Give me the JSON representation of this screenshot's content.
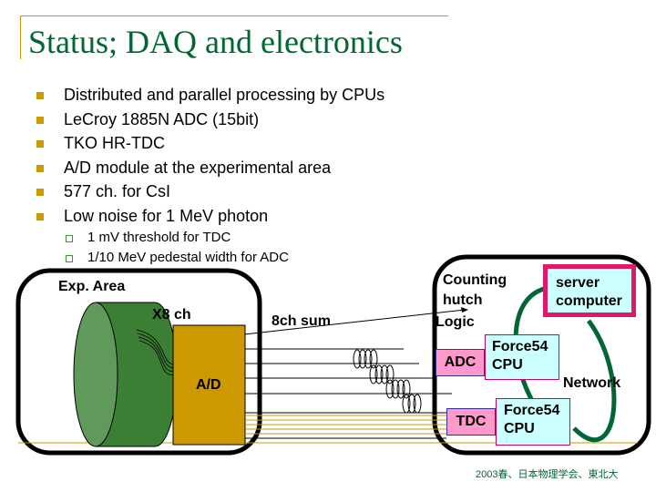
{
  "slide": {
    "title": "Status; DAQ and electronics",
    "bullets": [
      "Distributed and parallel processing by CPUs",
      "LeCroy 1885N ADC (15bit)",
      "TKO HR-TDC",
      "A/D module at the experimental area",
      "577 ch. for CsI",
      "Low noise for 1 MeV photon"
    ],
    "sub_bullets": [
      "1 mV threshold for TDC",
      "1/10 MeV pedestal width for ADC"
    ],
    "footer": "2003春、日本物理学会、東北大"
  },
  "diagram": {
    "exp_area_label": "Exp. Area",
    "x8ch_label": "X8 ch",
    "ad_label": "A/D",
    "sum_label": "8ch sum",
    "counting_hutch_label_1": "Counting",
    "counting_hutch_label_2": "hutch",
    "logic_label": "Logic",
    "adc_label": "ADC",
    "tdc_label": "TDC",
    "cpu1_line1": "Force54",
    "cpu1_line2": "CPU",
    "cpu2_line1": "Force54",
    "cpu2_line2": "CPU",
    "server_line1": "server",
    "server_line2": "computer",
    "network_label": "Network",
    "colors": {
      "title_green": "#006633",
      "bullet_gold": "#cc9900",
      "cylinder_side": "#3a7f33",
      "cylinder_face": "#5f9a5a",
      "ad_box": "#cc9900",
      "pink_box": "#ff99cc",
      "cyan_box": "#ccffff",
      "server_border": "#e0186a",
      "network_green": "#006633"
    }
  }
}
